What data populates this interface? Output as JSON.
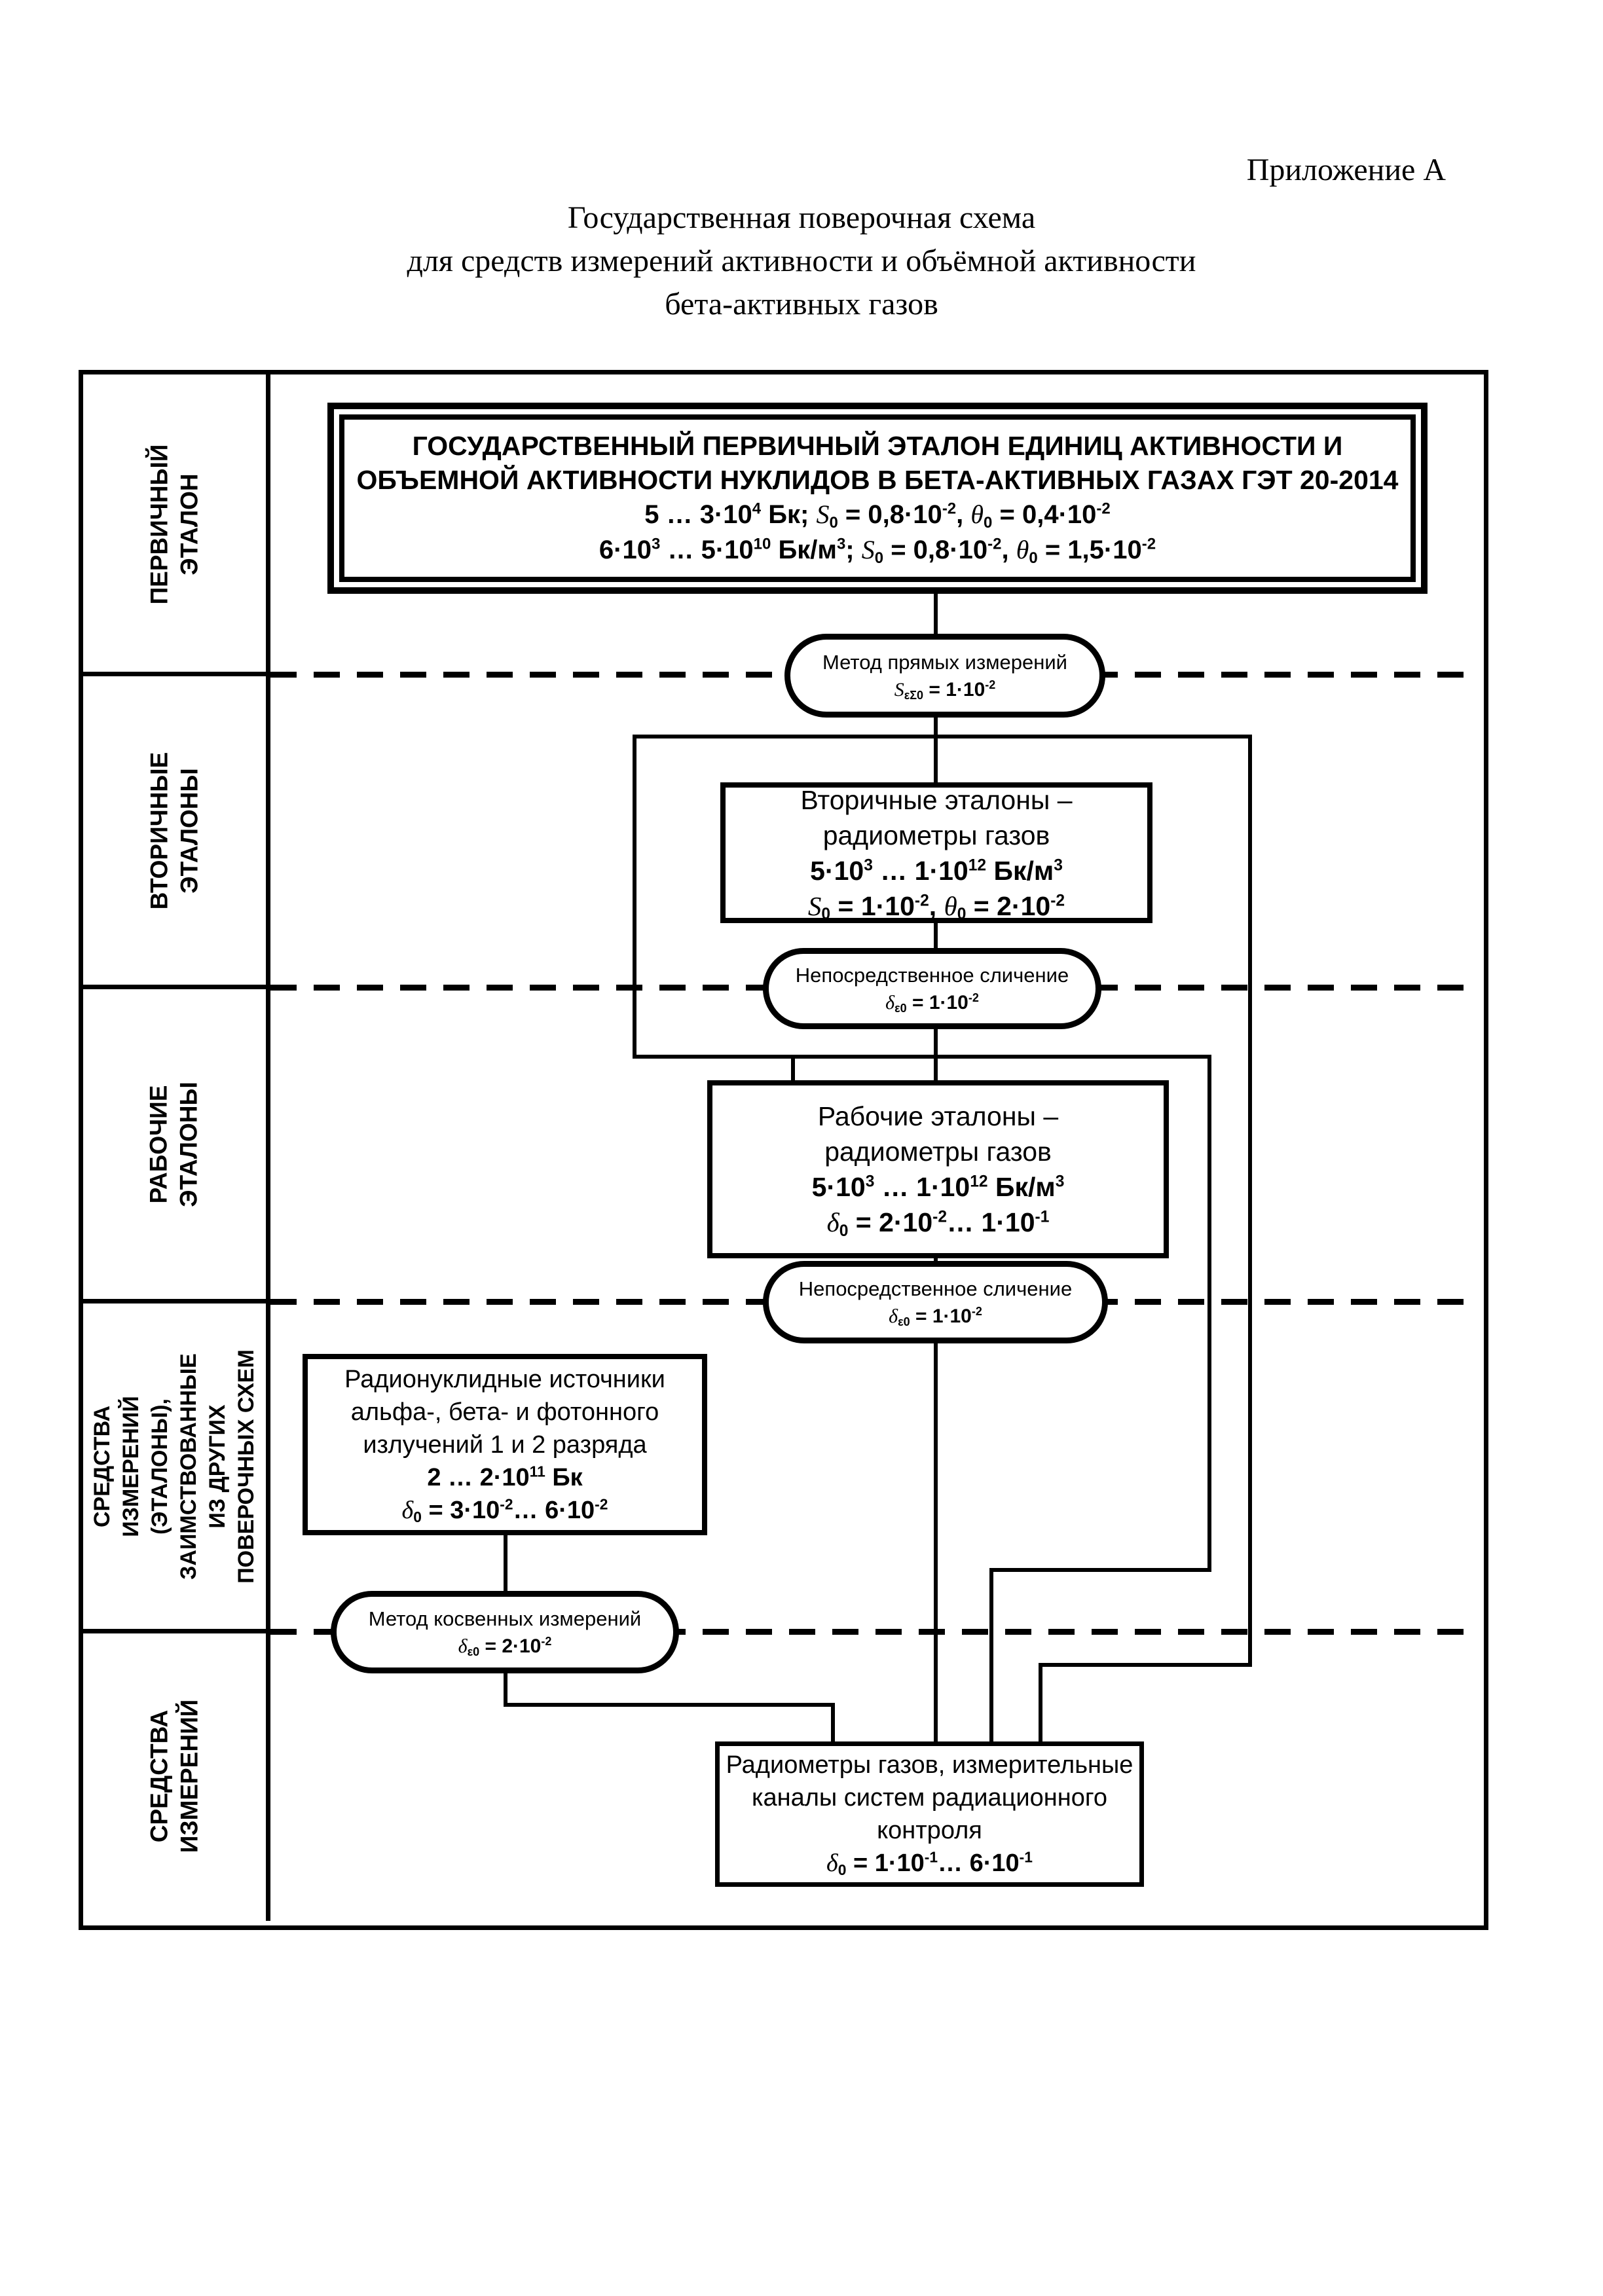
{
  "colors": {
    "ink": "#000000",
    "paper": "#ffffff"
  },
  "page": {
    "annex": "Приложение А",
    "title_html": "Государственная поверочная схема<br>для средств измерений активности и объёмной активности<br>бета-активных газов"
  },
  "sidebar": {
    "rows": [
      {
        "label_html": "ПЕРВИЧНЫЙ<br>ЭТАЛОН"
      },
      {
        "label_html": "ВТОРИЧНЫЕ<br>ЭТАЛОНЫ"
      },
      {
        "label_html": "РАБОЧИЕ<br>ЭТАЛОНЫ"
      },
      {
        "label_html": "СРЕДСТВА<br>ИЗМЕРЕНИЙ<br>(ЭТАЛОНЫ),<br>ЗАИМСТВОВАННЫЕ<br>ИЗ ДРУГИХ<br>ПОВЕРОЧНЫХ СХЕМ"
      },
      {
        "label_html": "СРЕДСТВА<br>ИЗМЕРЕНИЙ"
      }
    ]
  },
  "nodes": {
    "primary": {
      "title_html": "ГОСУДАРСТВЕННЫЙ ПЕРВИЧНЫЙ ЭТАЛОН ЕДИНИЦ АКТИВНОСТИ И<br>ОБЪЕМНОЙ АКТИВНОСТИ НУКЛИДОВ В БЕТА-АКТИВНЫХ ГАЗАХ ГЭТ 20-2014",
      "f1_html": "5 … 3·10<sup>4</sup> Бк; <span class=\"v\">S</span><sub>0</sub> = 0,8·10<sup>-2</sup>, <span class=\"v\">θ</span><sub>0</sub> = 0,4·10<sup>-2</sup>",
      "f2_html": "6·10<sup>3</sup> … 5·10<sup>10</sup> Бк/м<sup>3</sup>; <span class=\"v\">S</span><sub>0</sub> = 0,8·10<sup>-2</sup>, <span class=\"v\">θ</span><sub>0</sub> = 1,5·10<sup>-2</sup>"
    },
    "oval_direct": {
      "label": "Метод прямых измерений",
      "f_html": "<span class=\"v\">S</span><sub>εΣ0</sub> = 1·10<sup>-2</sup>"
    },
    "secondary": {
      "l1": "Вторичные эталоны –",
      "l2": "радиометры газов",
      "f1_html": "5·10<sup>3</sup> … 1·10<sup>12</sup> Бк/м<sup>3</sup>",
      "f2_html": "<span class=\"v\">S</span><sub>0</sub> = 1·10<sup>-2</sup>, <span class=\"v\">θ</span><sub>0</sub> = 2·10<sup>-2</sup>"
    },
    "oval_compare1": {
      "label": "Непосредственное сличение",
      "f_html": "<span class=\"v\">δ</span><sub>ε0</sub> = 1·10<sup>-2</sup>"
    },
    "working": {
      "l1": "Рабочие эталоны –",
      "l2": "радиометры газов",
      "f1_html": "5·10<sup>3</sup> … 1·10<sup>12</sup> Бк/м<sup>3</sup>",
      "f2_html": "<span class=\"v\">δ</span><sub>0</sub> = 2·10<sup>-2</sup>… 1·10<sup>-1</sup>"
    },
    "oval_compare2": {
      "label": "Непосредственное сличение",
      "f_html": "<span class=\"v\">δ</span><sub>ε0</sub> = 1·10<sup>-2</sup>"
    },
    "radionuclide": {
      "l1": "Радионуклидные источники",
      "l2": "альфа-, бета- и фотонного",
      "l3": "излучений 1 и 2 разряда",
      "f1_html": "2 … 2·10<sup>11</sup> Бк",
      "f2_html": "<span class=\"v\">δ</span><sub>0</sub> = 3·10<sup>-2</sup>… 6·10<sup>-2</sup>"
    },
    "oval_indirect": {
      "label": "Метод косвенных измерений",
      "f_html": "<span class=\"v\">δ</span><sub>ε0</sub> = 2·10<sup>-2</sup>"
    },
    "si": {
      "l1": "Радиометры газов, измерительные",
      "l2": "каналы систем радиационного",
      "l3": "контроля",
      "f_html": "<span class=\"v\">δ</span><sub>0</sub> = 1·10<sup>-1</sup>… 6·10<sup>-1</sup>"
    }
  }
}
